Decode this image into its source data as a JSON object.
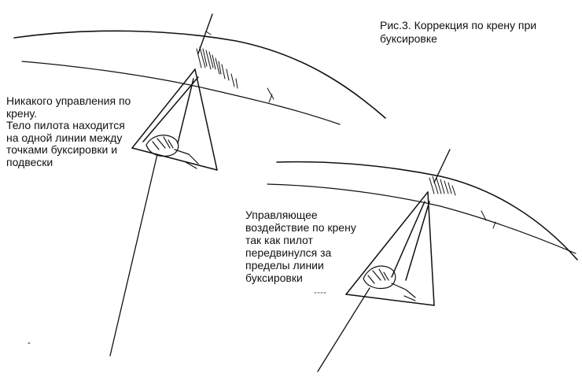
{
  "figure": {
    "caption": "Рис.3. Коррекция по крену при\nбуксировке"
  },
  "left_note": {
    "lines": [
      " Никакого управления по",
      "крену.",
      " Тело пилота находится",
      "на одной линии между",
      "точками буксировки и",
      "подвески"
    ]
  },
  "right_note": {
    "lines": [
      "Управляющее",
      "воздействие по крену",
      "так как пилот",
      "передвинулся за",
      "пределы линии",
      "буксировки"
    ]
  },
  "colors": {
    "ink": "#111111",
    "background": "#ffffff"
  }
}
